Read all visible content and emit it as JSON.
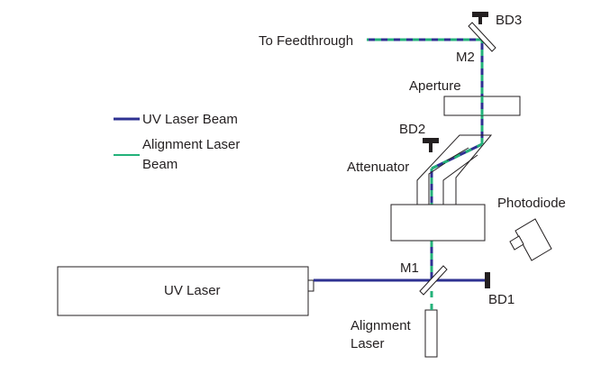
{
  "labels": {
    "feedthrough": "To Feedthrough",
    "bd3": "BD3",
    "m2": "M2",
    "aperture": "Aperture",
    "bd2": "BD2",
    "attenuator": "Attenuator",
    "photodiode": "Photodiode",
    "m1": "M1",
    "bd1": "BD1",
    "uv_laser": "UV Laser",
    "alignment_laser_line1": "Alignment",
    "alignment_laser_line2": "Laser"
  },
  "legend": {
    "uv_beam": "UV Laser Beam",
    "alignment_beam_line1": "Alignment Laser",
    "alignment_beam_line2": "Beam"
  },
  "colors": {
    "uv_beam": "#2e3192",
    "alignment_beam": "#23b27a",
    "outline": "#231f20"
  }
}
